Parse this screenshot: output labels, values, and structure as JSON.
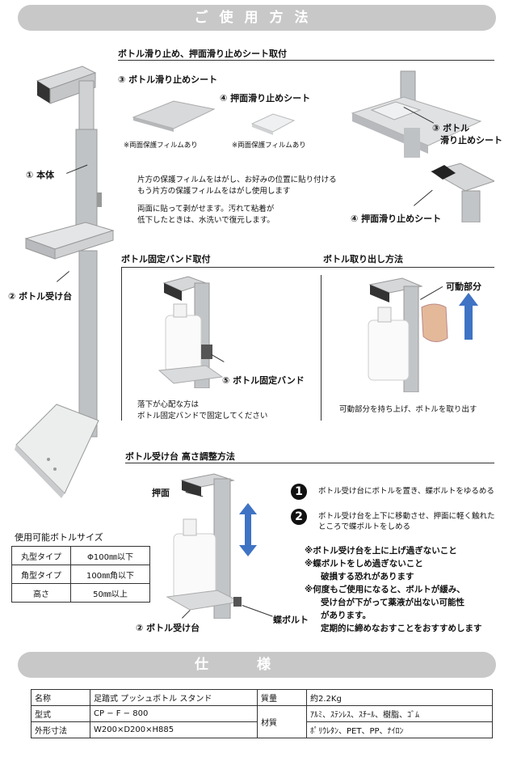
{
  "header": {
    "title": "ご使用方法"
  },
  "stand_labels": {
    "body": "① 本体",
    "receiver": "② ボトル受け台"
  },
  "sheet_section": {
    "title": "ボトル滑り止め、押面滑り止めシート取付",
    "item3_label": "③ ボトル滑り止めシート",
    "item4_label": "④ 押面滑り止めシート",
    "film_note_3": "※両面保護フィルムあり",
    "film_note_4": "※両面保護フィルムあり",
    "instr1": "片方の保護フィルムをはがし、お好みの位置に貼り付ける",
    "instr2": "もう片方の保護フィルムをはがし使用します",
    "instr3": "両面に貼って剥がせます。汚れて粘着が",
    "instr4": "低下したときは、水洗いで復元します。",
    "photo_label3_l1": "③ ボトル",
    "photo_label3_l2": "滑り止めシート",
    "photo_label4": "④ 押面滑り止めシート"
  },
  "band_section": {
    "title": "ボトル固定バンド取付",
    "label": "⑤ ボトル固定バンド",
    "note1": "落下が心配な方は",
    "note2": "ボトル固定バンドで固定してください"
  },
  "remove_section": {
    "title": "ボトル取り出し方法",
    "movable_label": "可動部分",
    "caption": "可動部分を持ち上げ、ボトルを取り出す"
  },
  "height_section": {
    "title": "ボトル受け台 高さ調整方法",
    "push_label": "押面",
    "receiver_label": "② ボトル受け台",
    "bolt_label": "蝶ボルト",
    "step1_num": "1",
    "step1_text": "ボトル受け台にボトルを置き、蝶ボルトをゆるめる",
    "step2_num": "2",
    "step2_l1": "ボトル受け台を上下に移動させ、押面に軽く触れた",
    "step2_l2": "ところで蝶ボルトをしめる",
    "warn1": "※ボトル受け台を上に上げ過ぎないこと",
    "warn2": "※蝶ボルトをしめ過ぎないこと",
    "warn3": "破損する恐れがあります",
    "warn4": "※何度もご使用になると、ボルトが緩み、",
    "warn5": "受け台が下がって薬液が出ない可能性",
    "warn6": "があります。",
    "warn7": "定期的に締めなおすことをおすすめします"
  },
  "bottle_sizes": {
    "title": "使用可能ボトルサイズ",
    "rows": [
      {
        "label": "丸型タイプ",
        "value": "Φ100㎜以下"
      },
      {
        "label": "角型タイプ",
        "value": "100㎜角以下"
      },
      {
        "label": "高さ",
        "value": "50㎜以上"
      }
    ]
  },
  "spec_header": {
    "title": "仕様"
  },
  "spec": {
    "name_label": "名称",
    "name_value": "足踏式 プッシュボトル スタンド",
    "weight_label": "質量",
    "weight_value": "約2.2Kg",
    "model_label": "型式",
    "model_value": "CP − F − 800",
    "material_label": "材質",
    "material_value1": "ｱﾙﾐ、ｽﾃﾝﾚｽ、ｽﾁｰﾙ、樹脂、ｺﾞﾑ",
    "material_value2": "ﾎﾟﾘｳﾚﾀﾝ、PET、PP、ﾅｲﾛﾝ",
    "dims_label": "外形寸法",
    "dims_value": "W200×D200×H885"
  },
  "colors": {
    "banner": "#c8c8c8",
    "metal": "#b9bcbf",
    "arrow": "#3f73c4"
  },
  "icons": [
    "arrow-up-icon",
    "double-arrow-icon",
    "hand-icon"
  ]
}
